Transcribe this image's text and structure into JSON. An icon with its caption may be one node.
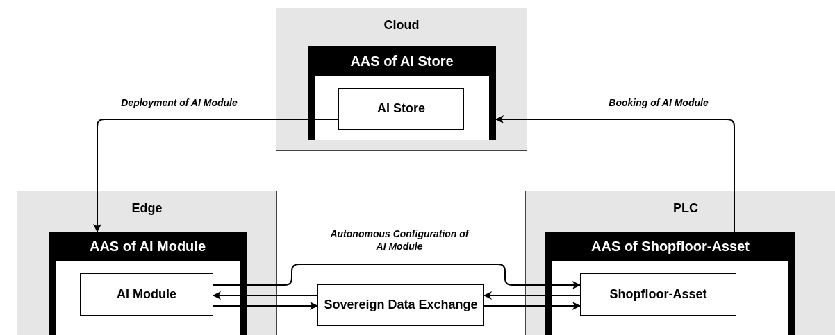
{
  "diagram": {
    "nodes": [
      {
        "text": [
          "Cloud"
        ]
      },
      {
        "text": [
          "AAS of AI Store"
        ],
        "in": 0
      },
      {
        "text": [
          "AI Store"
        ],
        "in": 1
      },
      {
        "text": [
          "Edge"
        ]
      },
      {
        "text": [
          "AAS of AI Module"
        ],
        "in": 3
      },
      {
        "text": [
          "AI Module"
        ],
        "in": 4
      },
      {
        "text": [
          "Sovereign Data Exchange"
        ]
      },
      {
        "text": [
          "PLC"
        ]
      },
      {
        "text": [
          "AAS of Shopfloor-Asset"
        ],
        "in": 7
      },
      {
        "text": [
          "Shopfloor-Asset"
        ],
        "in": 8
      }
    ],
    "edges": [
      {
        "from": 2,
        "to": 4,
        "arrow": "to",
        "label": "Deployment of AI Module"
      },
      {
        "from": 8,
        "to": 1,
        "arrow": "to",
        "label": "Booking of AI Module"
      },
      {
        "from": 5,
        "to": 9,
        "arrow": "to",
        "label": "Autonomous Configuration of AI Module"
      },
      {
        "from": 6,
        "to": 5,
        "arrow": "to"
      },
      {
        "from": 5,
        "to": 6,
        "arrow": "to"
      },
      {
        "from": 9,
        "to": 6,
        "arrow": "to"
      },
      {
        "from": 6,
        "to": 9,
        "arrow": "to"
      }
    ]
  }
}
